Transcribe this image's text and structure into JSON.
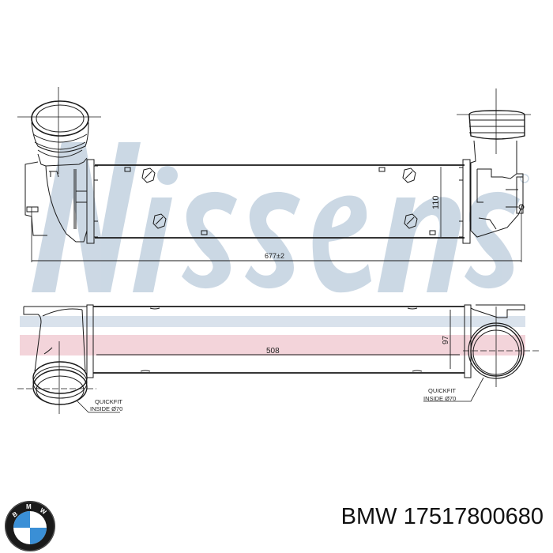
{
  "watermark": {
    "text": "Nissens",
    "color": "#c9d6e3",
    "stripe_blue": "#d9e2ec",
    "stripe_red": "#f3d4da"
  },
  "drawing": {
    "subject": "intercooler",
    "top_view": {
      "overall_length_label": "677±2",
      "core_height_label": "110"
    },
    "side_view": {
      "core_length_label": "508",
      "core_depth_label": "97",
      "left_port_note": [
        "QUICKFIT",
        "INSIDE  Ø70"
      ],
      "right_port_note": [
        "QUICKFIT",
        "INSIDE  Ø70"
      ]
    },
    "line_color": "#1a1a1a"
  },
  "footer": {
    "brand_logo": "bmw-logo",
    "brand_logo_letters": [
      "B",
      "M",
      "W"
    ],
    "brand": "BMW",
    "part_number": "17517800680",
    "logo_colors": {
      "ring": "#1a1a1a",
      "blue": "#3a8fd6",
      "white": "#ffffff"
    }
  }
}
